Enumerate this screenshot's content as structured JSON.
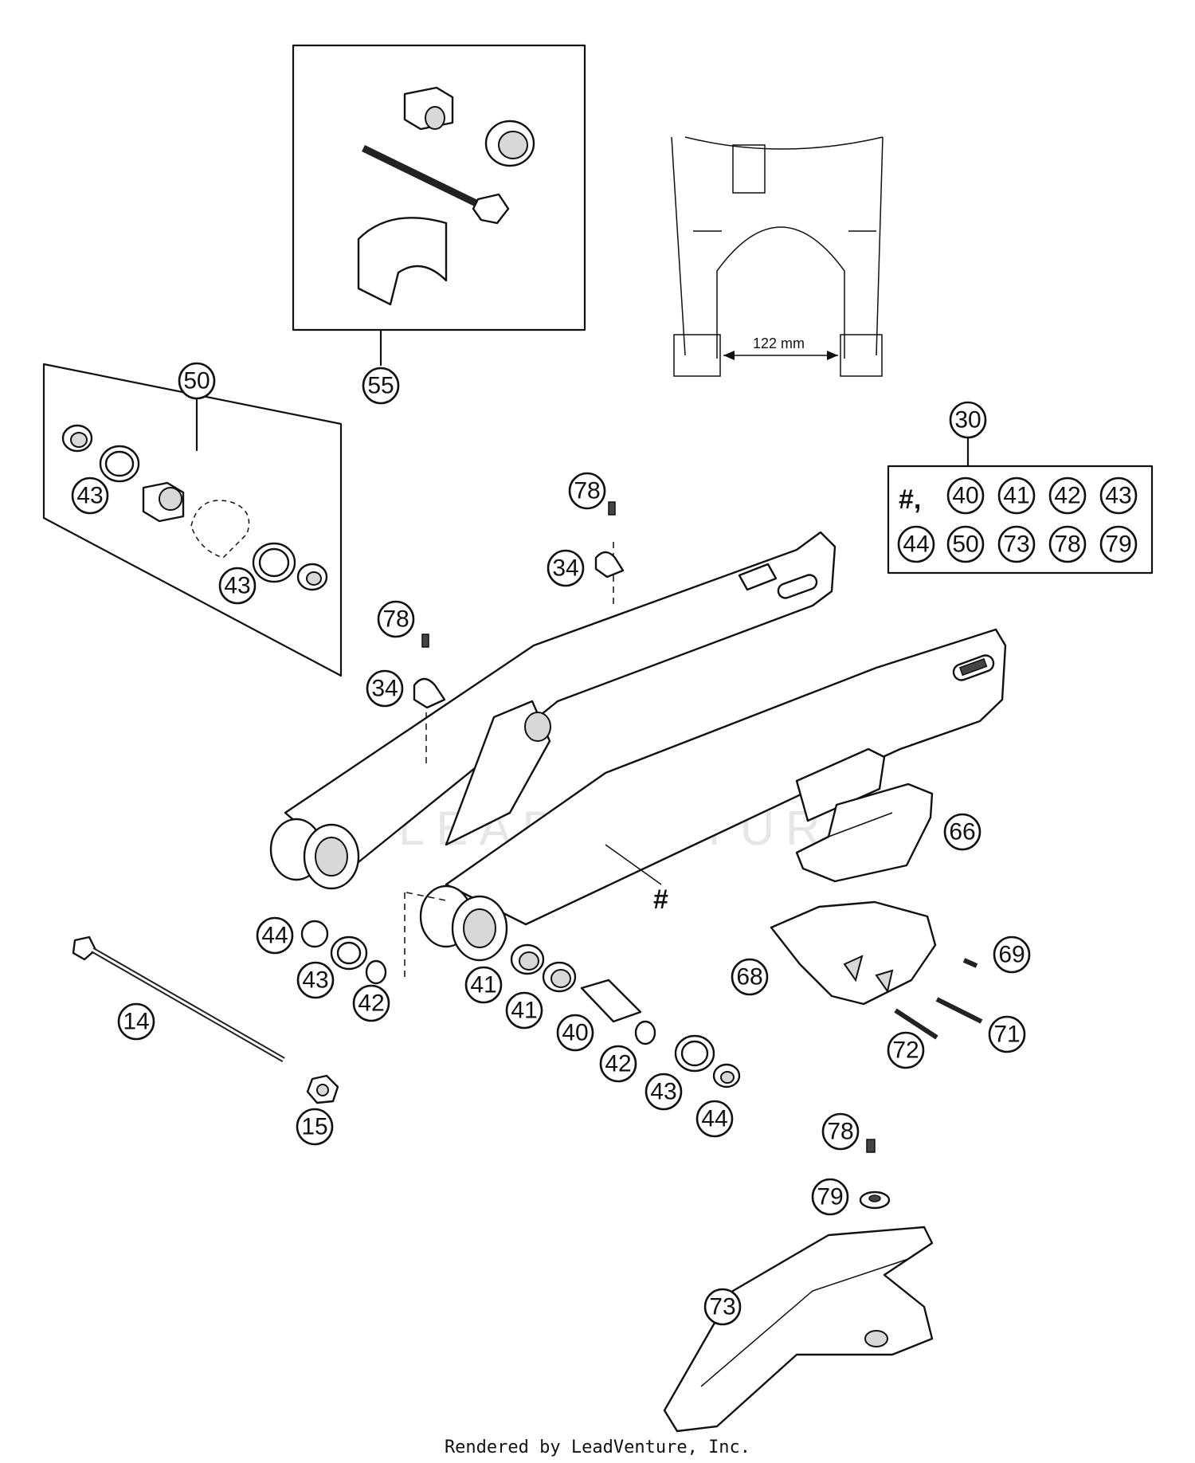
{
  "watermark": "LEADVENTURE",
  "dimension_label": "122 mm",
  "main_part_marker": "#",
  "kit_30": {
    "callout": "30",
    "contents_row1_prefix": "#,",
    "contents_row1": [
      "40",
      "41",
      "42",
      "43"
    ],
    "contents_row2": [
      "44",
      "50",
      "73",
      "78",
      "79"
    ]
  },
  "callouts": {
    "c55": "55",
    "c50": "50",
    "c43a": "43",
    "c43b": "43",
    "c78a": "78",
    "c34a": "34",
    "c78b": "78",
    "c34b": "34",
    "c66": "66",
    "c44a": "44",
    "c43c": "43",
    "c42a": "42",
    "c14": "14",
    "c15": "15",
    "c41a": "41",
    "c41b": "41",
    "c40": "40",
    "c42b": "42",
    "c43d": "43",
    "c44b": "44",
    "c68": "68",
    "c69": "69",
    "c71": "71",
    "c72": "72",
    "c78c": "78",
    "c79": "79",
    "c73": "73"
  },
  "footer": "Rendered by LeadVenture, Inc."
}
